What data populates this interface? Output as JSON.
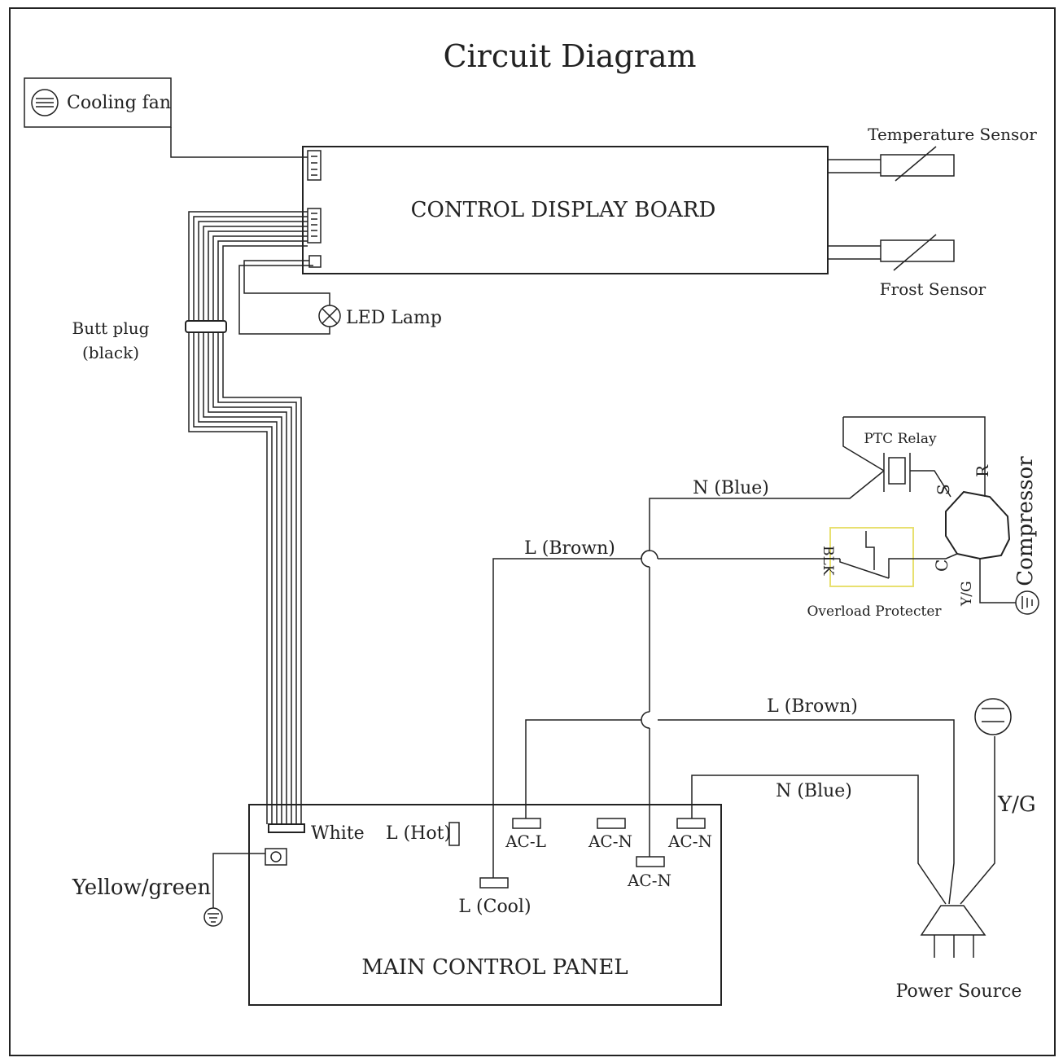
{
  "title": "Circuit Diagram",
  "components": {
    "cooling_fan": "Cooling fan",
    "control_display_board": "CONTROL DISPLAY BOARD",
    "temperature_sensor": "Temperature Sensor",
    "frost_sensor": "Frost Sensor",
    "led_lamp": "LED Lamp",
    "butt_plug_line1": "Butt plug",
    "butt_plug_line2": "(black)",
    "ptc_relay": "PTC Relay",
    "compressor": "Compressor",
    "overload_protector": "Overload Protecter",
    "main_control_panel": "MAIN CONTROL PANEL",
    "power_source": "Power Source",
    "yellow_green": "Yellow/green"
  },
  "wires": {
    "n_blue_top": "N (Blue)",
    "l_brown_top": "L (Brown)",
    "l_brown_mid": "L (Brown)",
    "n_blue_mid": "N (Blue)",
    "yg": "Y/G"
  },
  "terminals": {
    "s": "S",
    "r": "R",
    "c": "C",
    "yg": "Y/G",
    "blk": "BLK"
  },
  "panel_labels": {
    "white": "White",
    "l_hot": "L (Hot)",
    "ac_l": "AC-L",
    "ac_n1": "AC-N",
    "ac_n2": "AC-N",
    "ac_n3": "AC-N",
    "l_cool": "L (Cool)"
  },
  "colors": {
    "line": "#222222",
    "highlight": "#e8e070"
  }
}
